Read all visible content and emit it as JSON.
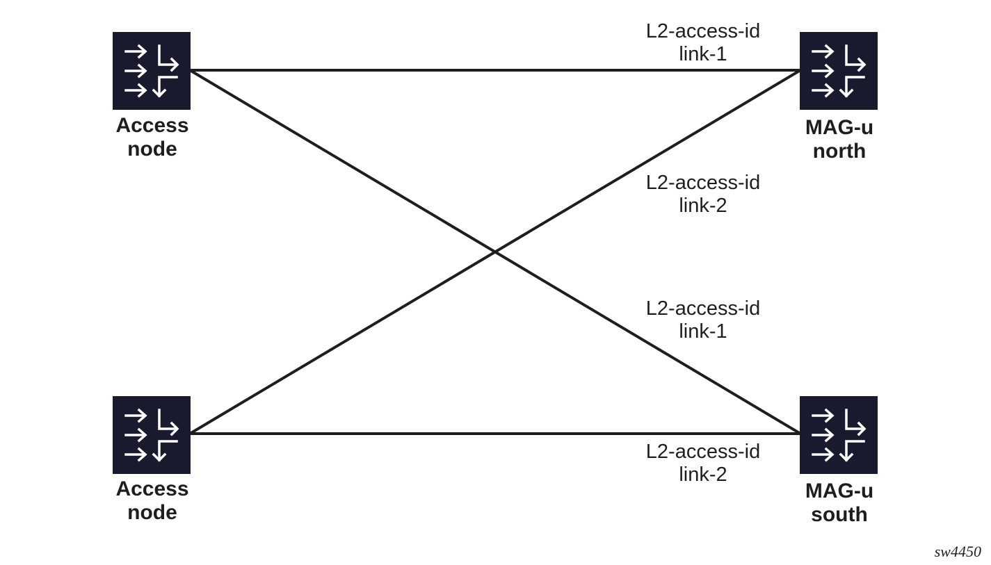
{
  "colors": {
    "node_fill": "#1a1a2e",
    "node_glyph": "#ffffff",
    "line": "#1e1e1e",
    "text": "#1e1e1e"
  },
  "nodes": {
    "access_top": {
      "label_line1": "Access",
      "label_line2": "node",
      "icon": "router-icon"
    },
    "access_bottom": {
      "label_line1": "Access",
      "label_line2": "node",
      "icon": "router-icon"
    },
    "mag_north": {
      "label_line1": "MAG-u",
      "label_line2": "north",
      "icon": "router-icon"
    },
    "mag_south": {
      "label_line1": "MAG-u",
      "label_line2": "south",
      "icon": "router-icon"
    }
  },
  "links": [
    {
      "from": "access_top",
      "to": "mag_north",
      "label_line1": "L2-access-id",
      "label_line2": "link-1"
    },
    {
      "from": "access_bottom",
      "to": "mag_north",
      "label_line1": "L2-access-id",
      "label_line2": "link-2"
    },
    {
      "from": "access_top",
      "to": "mag_south",
      "label_line1": "L2-access-id",
      "label_line2": "link-1"
    },
    {
      "from": "access_bottom",
      "to": "mag_south",
      "label_line1": "L2-access-id",
      "label_line2": "link-2"
    }
  ],
  "figure_id": "sw4450"
}
